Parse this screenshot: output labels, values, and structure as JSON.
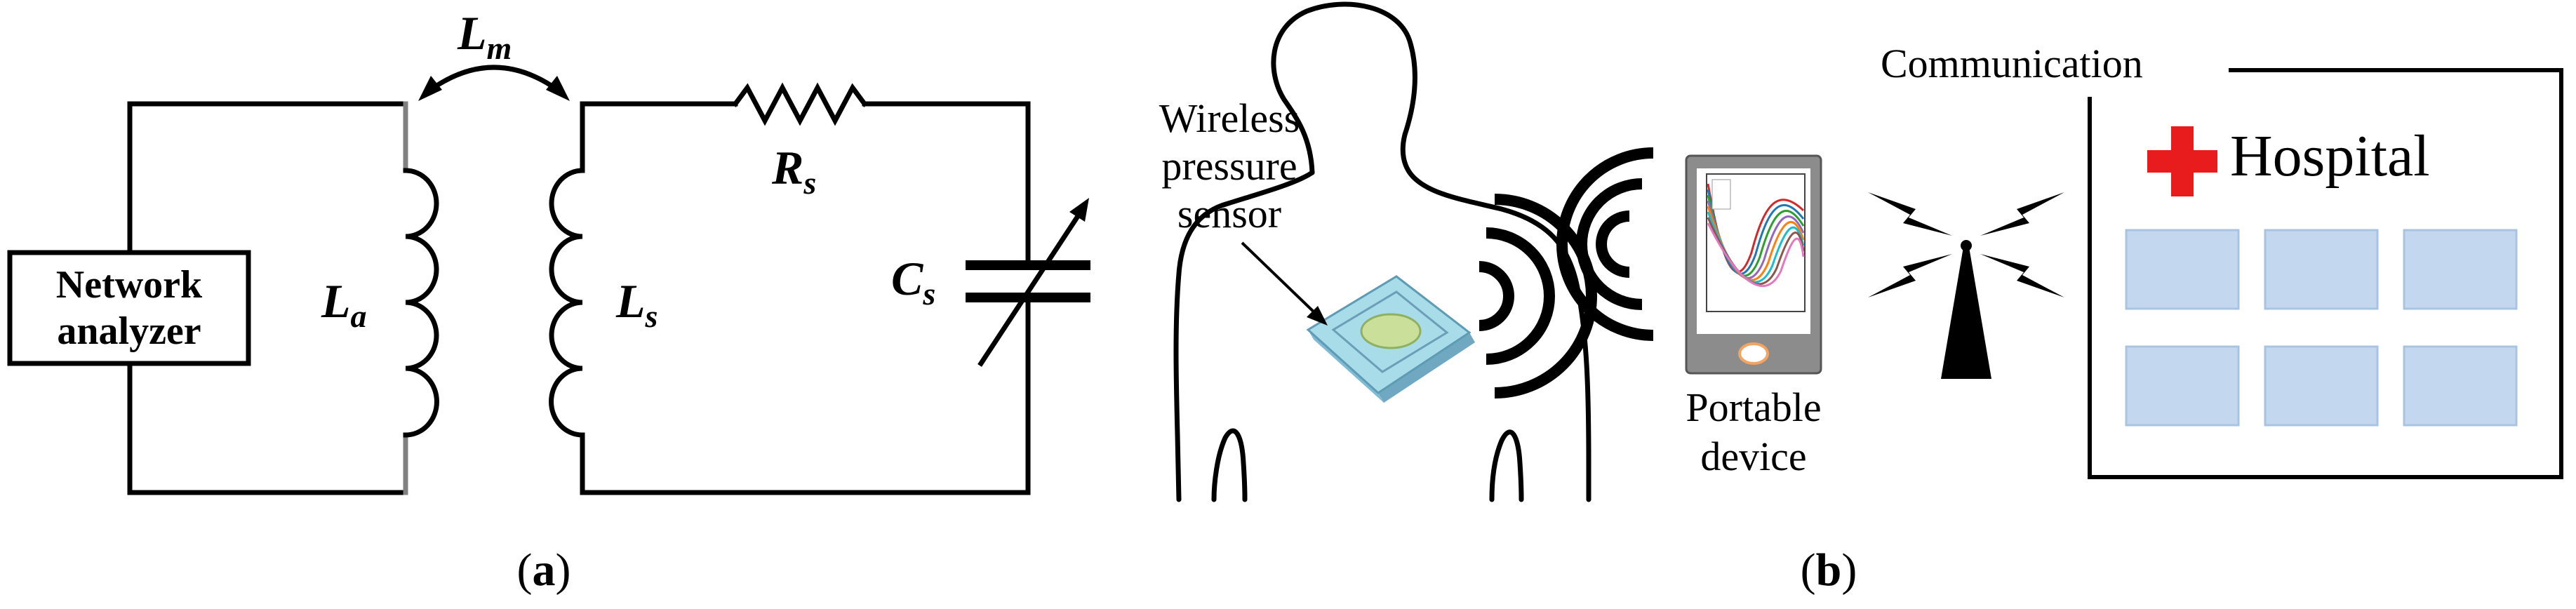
{
  "panel_a": {
    "caption_open": "(",
    "caption_letter": "a",
    "caption_close": ")",
    "analyzer_line1": "Network",
    "analyzer_line2": "analyzer",
    "La_main": "L",
    "La_sub": "a",
    "Ls_main": "L",
    "Ls_sub": "s",
    "Lm_main": "L",
    "Lm_sub": "m",
    "Rs_main": "R",
    "Rs_sub": "s",
    "Cs_main": "C",
    "Cs_sub": "s"
  },
  "panel_b": {
    "caption_open": "(",
    "caption_letter": "b",
    "caption_close": ")",
    "sensor_line1": "Wireless",
    "sensor_line2": "pressure",
    "sensor_line3": "sensor",
    "device_line1": "Portable",
    "device_line2": "device",
    "communication": "Communication",
    "hospital": "Hospital"
  },
  "colors": {
    "line": "#000000",
    "gray_wire": "#808080",
    "hospital_cross": "#e81c1c",
    "window_fill": "#c3d8ee",
    "sensor_fill": "#a9dce9",
    "sensor_pad": "#c9df9a",
    "plot_series": [
      "#d62728",
      "#1f77b4",
      "#2ca02c",
      "#9467bd",
      "#ff7f0e",
      "#17becf",
      "#8c564b",
      "#e377c2"
    ]
  }
}
